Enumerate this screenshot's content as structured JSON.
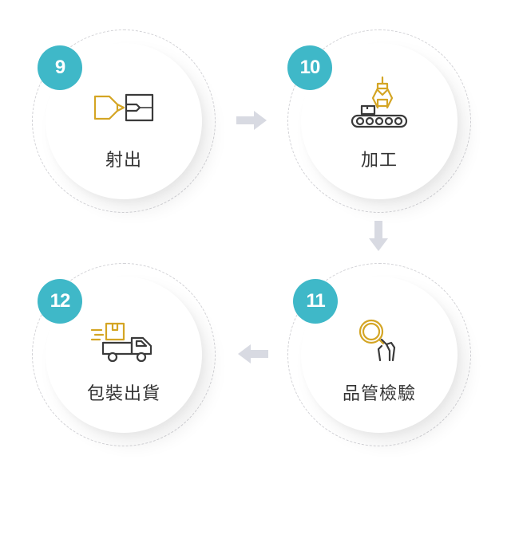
{
  "colors": {
    "badge": "#3fb8c8",
    "icon_gold": "#d4a524",
    "icon_dark": "#3a3a3a",
    "arrow": "#d8dae2",
    "ring": "#d2d2d6"
  },
  "steps": [
    {
      "number": "9",
      "label": "射出",
      "icon": "injection-molding-icon"
    },
    {
      "number": "10",
      "label": "加工",
      "icon": "robotic-arm-conveyor-icon"
    },
    {
      "number": "11",
      "label": "品管檢驗",
      "icon": "magnifier-hand-icon"
    },
    {
      "number": "12",
      "label": "包裝出貨",
      "icon": "delivery-truck-icon"
    }
  ],
  "arrows": [
    "right",
    "down",
    "left"
  ]
}
